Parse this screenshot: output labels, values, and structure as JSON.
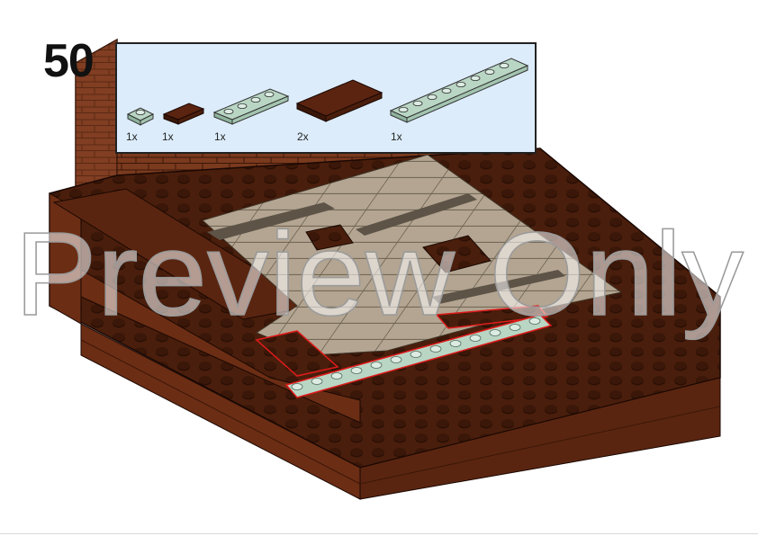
{
  "step": {
    "number": "50"
  },
  "parts": [
    {
      "icon": "plate-1x1-light-green-icon",
      "color": "#b9d6c4",
      "quantity": "1x"
    },
    {
      "icon": "plate-1x2-brown-icon",
      "color": "#5b2410",
      "quantity": "1x"
    },
    {
      "icon": "plate-1x4-light-green-icon",
      "color": "#b9d6c4",
      "quantity": "1x"
    },
    {
      "icon": "plate-2x4-brown-icon",
      "color": "#5b2410",
      "quantity": "2x"
    },
    {
      "icon": "plate-1x8-light-green-icon",
      "color": "#b9d6c4",
      "quantity": "1x"
    }
  ],
  "watermark": {
    "text": "Preview Only"
  },
  "colors": {
    "base_brown": "#4a1e0c",
    "wall_brown": "#7a3a1e",
    "floor_tan": "#b3a591",
    "highlight_red": "#e01b1b",
    "parts_bg": "#dcecfb"
  }
}
